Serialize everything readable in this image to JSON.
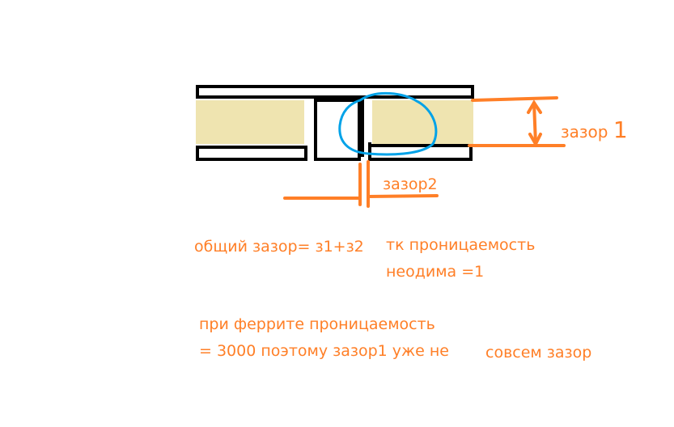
{
  "colors": {
    "orange": "#ff7f27",
    "blue": "#00a2e8",
    "beige": "#efe4b0",
    "black": "#000000"
  },
  "labels": {
    "gap1": "зазор",
    "gap1_num": "1",
    "gap2": "зазор2",
    "total_line1": "общий зазор= з1+з2",
    "total_line1b": "тк проницаемость",
    "total_line2": "неодима =1",
    "ferrite_line1": "при феррите проницаемость",
    "ferrite_line2": "=  3000 поэтому зазор1 уже не",
    "ferrite_line2b": "совсем зазор"
  }
}
